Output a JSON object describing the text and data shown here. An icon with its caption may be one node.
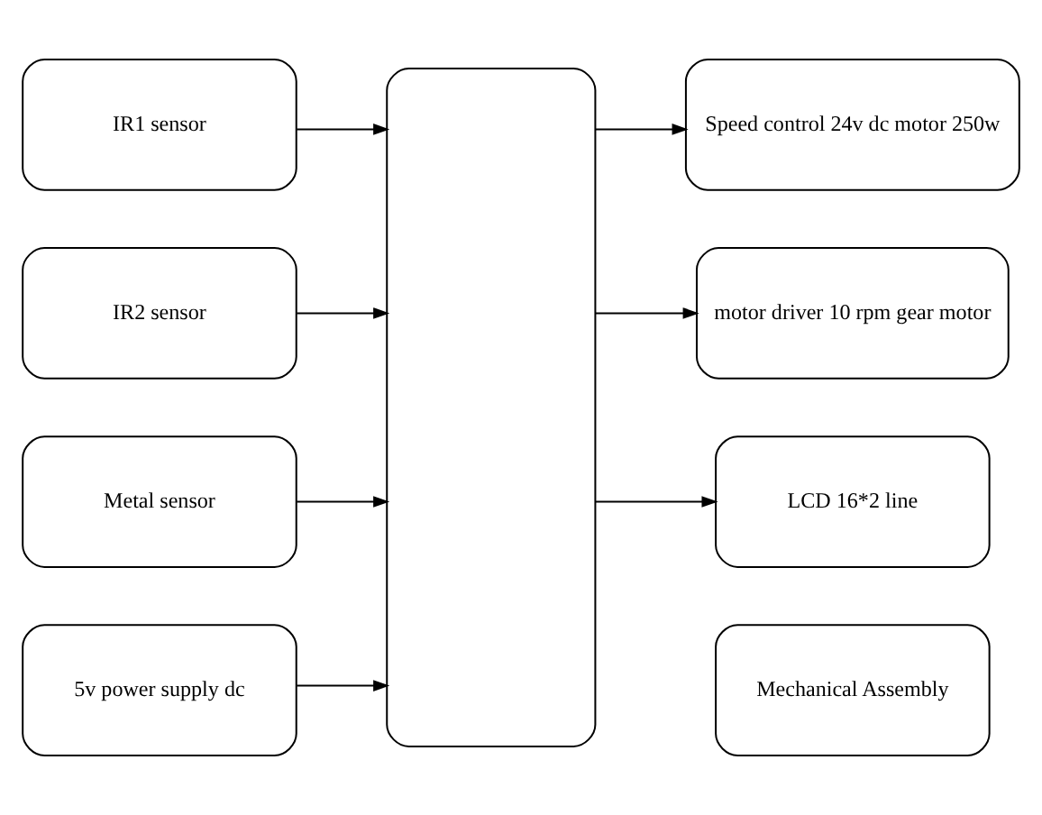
{
  "diagram": {
    "nodes": [
      {
        "text": [
          "IR1 sensor"
        ]
      },
      {
        "text": [
          "IR2 sensor"
        ]
      },
      {
        "text": [
          "Metal sensor"
        ]
      },
      {
        "text": [
          "5v power supply dc"
        ]
      },
      {
        "text": [],
        "shape": "box"
      },
      {
        "text": [
          "Speed control 24v dc motor 250w"
        ]
      },
      {
        "text": [
          "motor driver 10 rpm gear motor"
        ]
      },
      {
        "text": [
          "LCD 16*2 line"
        ]
      },
      {
        "text": [
          "Mechanical Assembly"
        ]
      }
    ],
    "edges": [
      {
        "from": 0,
        "to": 4,
        "arrow": "to"
      },
      {
        "from": 1,
        "to": 4,
        "arrow": "to"
      },
      {
        "from": 2,
        "to": 4,
        "arrow": "to"
      },
      {
        "from": 3,
        "to": 4,
        "arrow": "to"
      },
      {
        "from": 4,
        "to": 5,
        "arrow": "to"
      },
      {
        "from": 4,
        "to": 6,
        "arrow": "to"
      },
      {
        "from": 4,
        "to": 7,
        "arrow": "to"
      }
    ]
  }
}
